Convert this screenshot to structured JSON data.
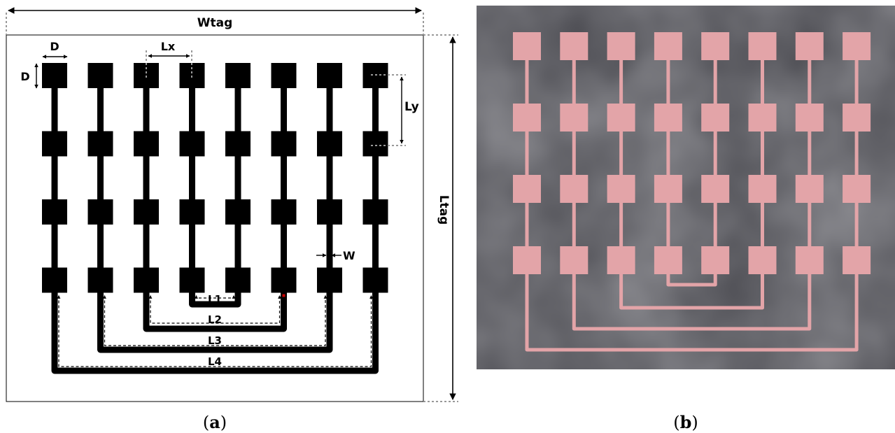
{
  "panel_a": {
    "labels": {
      "wtag": "Wtag",
      "ltag": "Ltag",
      "d_horizontal": "D",
      "d_vertical": "D",
      "lx": "Lx",
      "ly": "Ly",
      "w": "W",
      "l1": "L1",
      "l2": "L2",
      "l3": "L3",
      "l4": "L4"
    },
    "caption_letter": "a",
    "colors": {
      "pattern": "#000000",
      "accent_marker": "#cc0000"
    }
  },
  "panel_b": {
    "caption_letter": "b",
    "colors": {
      "substrate": "#4a4a50",
      "copper": "#e3a4a8"
    }
  },
  "structure": {
    "columns": 8,
    "rows": 4
  }
}
